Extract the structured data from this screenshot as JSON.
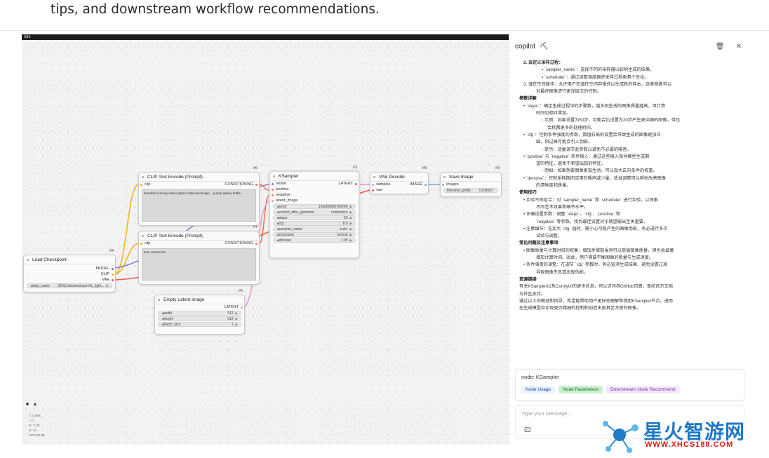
{
  "intro_text": "tips, and downstream workflow recommendations.",
  "canvas": {
    "status": "Idle",
    "stats": [
      "T: 0.00s",
      "I: 0",
      "N: 7 [7]",
      "V: 14",
      "FPS:58.88"
    ]
  },
  "nodes": {
    "load_checkpoint": {
      "id": "#4",
      "title": "Load Checkpoint",
      "outputs": [
        "MODEL",
        "CLIP",
        "VAE"
      ],
      "ckpt_label": "ckpt_name",
      "ckpt_value": "SDXL\\dreamshaperXL_light..."
    },
    "clip_pos": {
      "id": "#6",
      "title": "CLIP Text Encode (Prompt)",
      "input": "clip",
      "output": "CONDITIONING",
      "text": "beautiful scenery nature glass bottle landscape, , purple galaxy bottle,"
    },
    "clip_neg": {
      "id": "#7",
      "title": "CLIP Text Encode (Prompt)",
      "input": "clip",
      "output": "CONDITIONING",
      "text": "text, watermark"
    },
    "empty_latent": {
      "id": "#5",
      "title": "Empty Latent Image",
      "output": "LATENT",
      "widgets": [
        {
          "label": "width",
          "value": "512"
        },
        {
          "label": "height",
          "value": "512"
        },
        {
          "label": "batch_size",
          "value": "1"
        }
      ]
    },
    "ksampler": {
      "id": "#3",
      "title": "KSampler",
      "inputs": [
        "model",
        "positive",
        "negative",
        "latent_image"
      ],
      "output": "LATENT",
      "widgets": [
        {
          "label": "seed",
          "value": "156680208700286"
        },
        {
          "label": "control_after_generate",
          "value": "randomize"
        },
        {
          "label": "steps",
          "value": "20"
        },
        {
          "label": "cfg",
          "value": "8.0"
        },
        {
          "label": "sampler_name",
          "value": "euler"
        },
        {
          "label": "scheduler",
          "value": "normal"
        },
        {
          "label": "denoise",
          "value": "1.00"
        }
      ]
    },
    "vae_decode": {
      "id": "#8",
      "title": "VAE Decode",
      "inputs": [
        "samples",
        "vae"
      ],
      "output": "IMAGE"
    },
    "save_image": {
      "id": "#9",
      "title": "Save Image",
      "input": "images",
      "widget_label": "filename_prefix",
      "widget_value": "ComfyUI"
    }
  },
  "copilot": {
    "title": "copilot",
    "lines": [
      "2. 自定义采样过程：",
      "▪ `sampler_name`：选择不同的采样器以影响生成的结果。",
      "▪ `scheduler`：通过调整调度器使采样过程更具个性化。",
      "3. 潜在空间操作：允许用户在潜在空间中操作以生成新的样本，这意味着可以",
      "对最终图像进行更深层次的控制。",
      "参数详解",
      "• `steps`：确定生成过程中的步骤数，越多则生成的图像质量越高，但计算",
      "时间也相应增加。",
      "◦ 示例：如果设置为50步，可能会比设置为20步产生更详细的图像，但也",
      "会耗费更多的处理时间。",
      "• `cfg`：控制条件强度的参数，数值较高的设置会导致生成的图像更加详",
      "细，但过高可能会引入伪影。",
      "◦ 提示：适量调节此参数以避免不必要的噪音。",
      "• `positive` 与 `negative` 条件输入：通过这些输入指导模型生成期",
      "望的特征，避免不希望出现的特征。",
      "◦ 例如：如果想要图像更加生动，可以加大正向条件的权重。",
      "• `denoise`：控制采样期间应用的噪声减少量，适当调整可以帮助改善图像",
      "的清晰度和质量。",
      "使用技巧",
      "• 实验不同组合：对 `sampler_name` 和 `scheduler` 进行实验，以探索",
      "不同艺术效果和细节水平。",
      "• 正确设置参数：调整 `steps`、`cfg`、`positive` 和",
      "`negative` 等参数，找到最佳设置对于期望输出至关重要。",
      "• 注意细节：在加大 `cfg` 值时，需小心可能产生的图像伪影，务必进行多次",
      "试验与调整。",
      "常见问题及注意事项",
      "• 图像质量与计算时间的权衡：增加步骤数虽然可以提高图像质量，但也会显著",
      "增加计算时间。因此，用户需要平衡图像的质量与生成速度。",
      "• 条件强度的调整：在调节 `cfg` 参数时，务必监测生成结果，避免设置过高",
      "导致图像失真或出现伪影。",
      "资源链接",
      "有关KSampler以及ComfyUI的更多信息，可以访问其GitHub页面，查阅官方文档",
      "与社区支持。",
      "通过以上的概述和指导，希望能帮助用户更好地理解和使用KSampler节点，进而",
      "在生成模型中实现更为精细的控制和创造出更具艺术感的图像。"
    ],
    "node_label": "node: KSampler",
    "buttons": [
      "Node Usage",
      "Node Parameters",
      "Downstream Node Recommend"
    ],
    "input_placeholder": "Type your message..."
  },
  "watermark": {
    "title": "星火智游网",
    "url": "WWW.XHCS188.COM"
  },
  "colors": {
    "clip": "#f2b31b",
    "model": "#8f6cd6",
    "vae": "#e85a4f",
    "latent": "#e39bd3",
    "conditioning": "#f07a50",
    "image": "#6db3e8"
  }
}
